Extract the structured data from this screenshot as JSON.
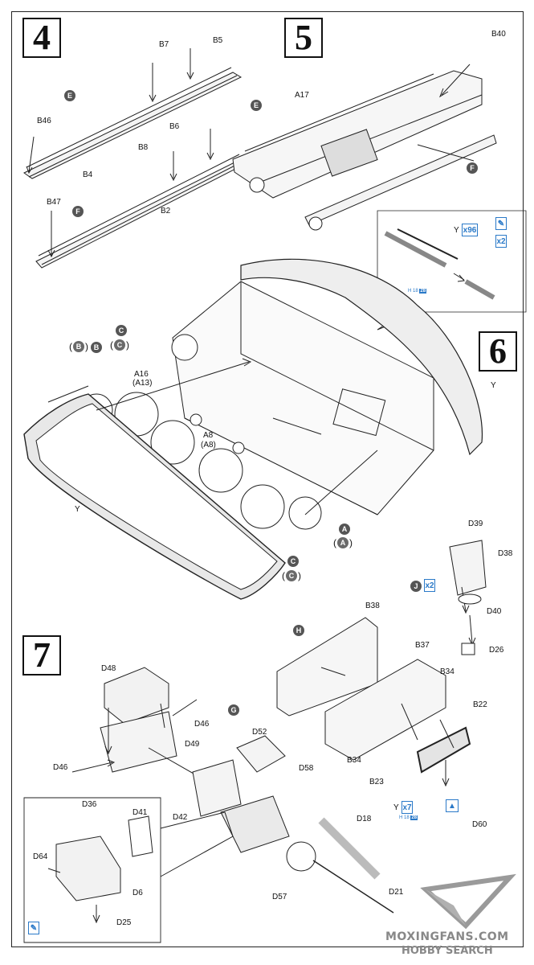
{
  "steps": {
    "s4": "4",
    "s5": "5",
    "s6": "6",
    "s7": "7"
  },
  "labels": {
    "B7": "B7",
    "B5": "B5",
    "B46": "B46",
    "B6": "B6",
    "B8": "B8",
    "B4": "B4",
    "B47": "B47",
    "B2": "B2",
    "A17": "A17",
    "B40": "B40",
    "A16": "A16",
    "A13": "(A13)",
    "A8": "A8",
    "A8p": "(A8)",
    "Y1": "Y",
    "Y2": "Y",
    "Y3": "Y",
    "Y4": "Y",
    "D39": "D39",
    "D38": "D38",
    "D40": "D40",
    "D26": "D26",
    "B38": "B38",
    "B37": "B37",
    "B34a": "B34",
    "B34b": "B34",
    "B22": "B22",
    "B23": "B23",
    "D60": "D60",
    "D48": "D48",
    "D46a": "D46",
    "D46b": "D46",
    "D49": "D49",
    "D52": "D52",
    "D58": "D58",
    "D42": "D42",
    "D18": "D18",
    "D21": "D21",
    "D57": "D57",
    "D36": "D36",
    "D41": "D41",
    "D64": "D64",
    "D6": "D6",
    "D25": "D25"
  },
  "part_trees": {
    "E": "E",
    "F": "F",
    "B": "B",
    "C": "C",
    "A": "A",
    "H": "H",
    "G": "G",
    "J": "J"
  },
  "multipliers": {
    "x96": "x96",
    "x2a": "x2",
    "x2b": "x2",
    "x7": "x7"
  },
  "ref_tag": {
    "prefix": "H 18",
    "number": "28"
  },
  "watermark": {
    "line1": "MOXINGFANS.COM",
    "line2": "HOBBY SEARCH"
  },
  "icons": {
    "glue": "glue-icon",
    "cement": "cement-icon"
  },
  "colors": {
    "line": "#222222",
    "accent_blue": "#2a79c8",
    "tree_circle": "#555555"
  }
}
